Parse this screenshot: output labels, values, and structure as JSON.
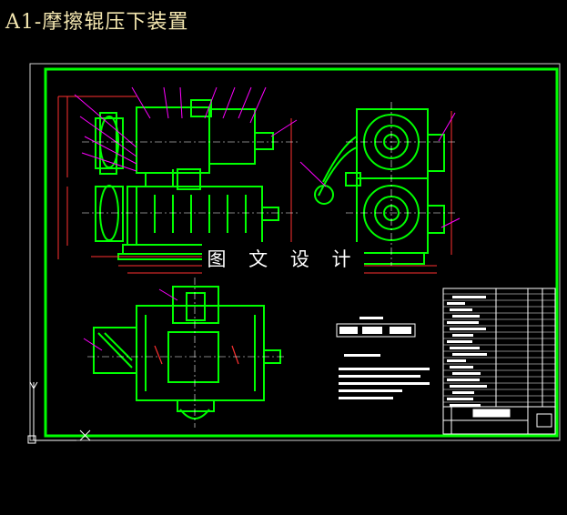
{
  "title": "A1-摩擦辊压下装置",
  "watermark": "图 文 设 计",
  "colors": {
    "background": "#000000",
    "frame": "#00ff00",
    "dimension": "#ff3030",
    "leader": "#ff00ff",
    "text": "#ffffff",
    "title_text": "#f4e7b0"
  },
  "ucs": {
    "y_label": "Y",
    "x_label": "X"
  },
  "icons": [
    "ucs-icon",
    "crosshair-icon"
  ]
}
